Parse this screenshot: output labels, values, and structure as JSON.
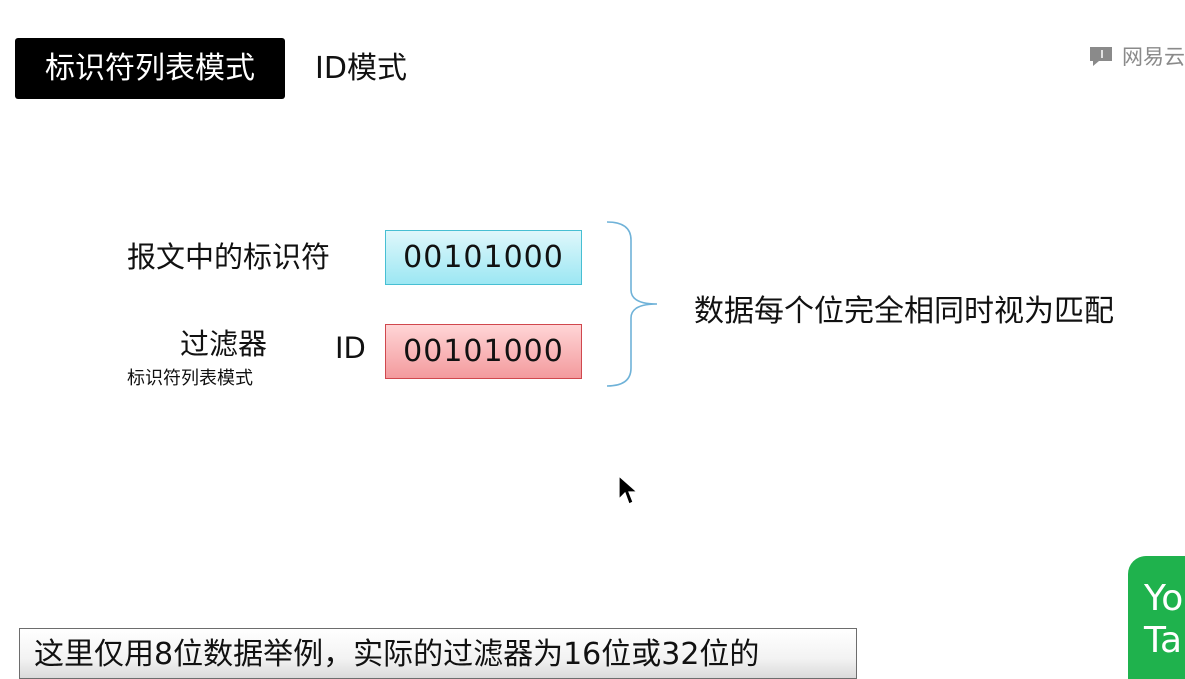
{
  "header": {
    "active_tab": "标识符列表模式",
    "inactive_tab": "ID模式",
    "watermark_icon": "chat-bubble-icon",
    "watermark_text": "网易云"
  },
  "diagram": {
    "message_label": "报文中的标识符",
    "message_bits": "00101000",
    "filter_label": "过滤器",
    "filter_sublabel": "标识符列表模式",
    "id_label": "ID",
    "filter_bits": "00101000",
    "conclusion": "数据每个位完全相同时视为匹配",
    "colors": {
      "message_box": "#9ce7f3",
      "filter_box": "#f39a9d",
      "brace": "#6fb2d8"
    }
  },
  "subtitle": {
    "text": "这里仅用8位数据举例，实际的过滤器为16位或32位的"
  },
  "corner_badge": {
    "line1": "Yo",
    "line2": "Ta",
    "color": "#1fb24d"
  }
}
